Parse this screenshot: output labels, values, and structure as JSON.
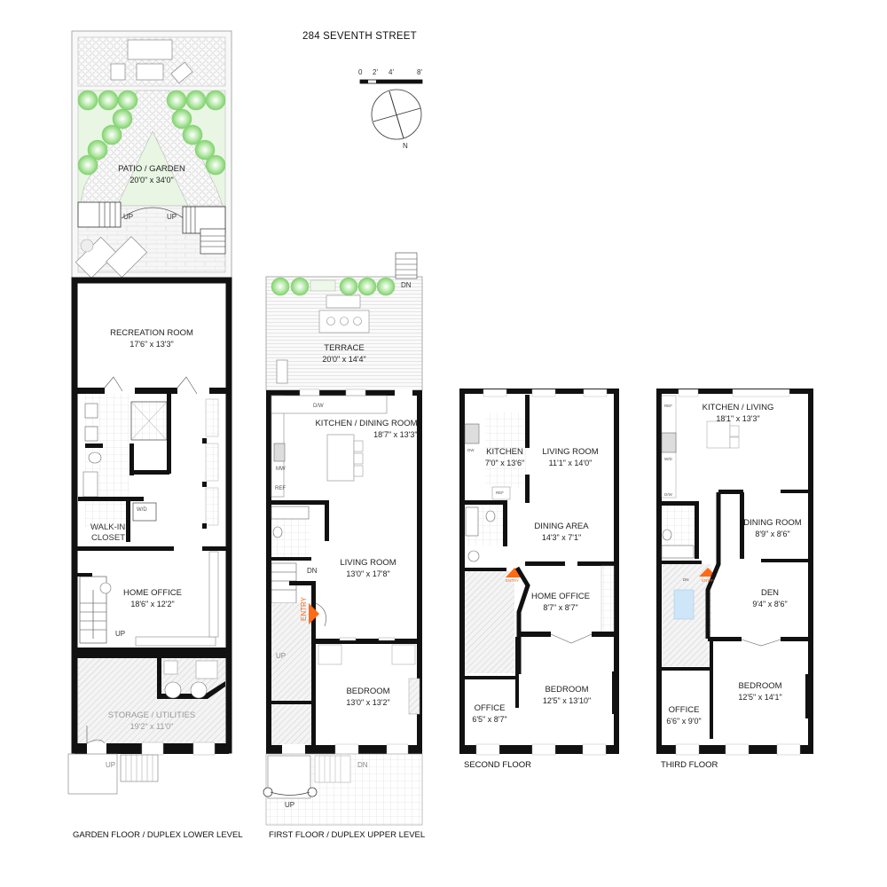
{
  "title": "284 SEVENTH STREET",
  "scale": {
    "ticks": [
      "0",
      "2'",
      "4'",
      "8'"
    ]
  },
  "compass": {
    "label": "N"
  },
  "colors": {
    "wall": "#111111",
    "garden": "#e6f5e1",
    "tree": "#8fdc7e",
    "paving": "#f2f2f2",
    "hatch": "#d9d9d9",
    "entry_arrow": "#ff6a13",
    "skylight": "#cfe6f8"
  },
  "floors": [
    {
      "caption": "GARDEN FLOOR / DUPLEX LOWER LEVEL",
      "rooms": [
        {
          "name": "PATIO / GARDEN",
          "dims": "20'0\" x 34'0\""
        },
        {
          "name": "RECREATION ROOM",
          "dims": "17'6\" x 13'3\""
        },
        {
          "name": "WALK-IN CLOSET",
          "dims": ""
        },
        {
          "name": "HOME OFFICE",
          "dims": "18'6\" x 12'2\""
        },
        {
          "name": "STORAGE / UTILITIES",
          "dims": "19'2\" x 11'0\""
        }
      ],
      "fixtures": {
        "wd": "W/D",
        "up1": "UP",
        "up2": "UP",
        "up3": "UP",
        "up4": "UP",
        "walkin1": "WALK-IN",
        "walkin2": "CLOSET"
      }
    },
    {
      "caption": "FIRST FLOOR / DUPLEX UPPER LEVEL",
      "rooms": [
        {
          "name": "TERRACE",
          "dims": "20'0\" x 14'4\""
        },
        {
          "name": "KITCHEN / DINING ROOM",
          "dims": "18'7\" x 13'3\""
        },
        {
          "name": "LIVING ROOM",
          "dims": "13'0\" x 17'8\""
        },
        {
          "name": "BEDROOM",
          "dims": "13'0\" x 13'2\""
        }
      ],
      "fixtures": {
        "dw": "D/W",
        "mw": "MW",
        "ref": "REF",
        "dn1": "DN",
        "dn2": "DN",
        "dn3": "DN",
        "up1": "UP",
        "up2": "UP",
        "entry": "ENTRY"
      }
    },
    {
      "caption": "SECOND FLOOR",
      "rooms": [
        {
          "name": "KITCHEN",
          "dims": "7'0\" x 13'6\""
        },
        {
          "name": "LIVING ROOM",
          "dims": "11'1\" x 14'0\""
        },
        {
          "name": "DINING AREA",
          "dims": "14'3\" x 7'1\""
        },
        {
          "name": "HOME OFFICE",
          "dims": "8'7\" x 8'7\""
        },
        {
          "name": "OFFICE",
          "dims": "6'5\" x 8'7\""
        },
        {
          "name": "BEDROOM",
          "dims": "12'5\" x 13'10\""
        }
      ],
      "fixtures": {
        "entry": "ENTRY",
        "dw": "DW",
        "ref": "REF"
      }
    },
    {
      "caption": "THIRD FLOOR",
      "rooms": [
        {
          "name": "KITCHEN / LIVING",
          "dims": "18'1\" x 13'3\""
        },
        {
          "name": "DINING ROOM",
          "dims": "8'9\" x 8'6\""
        },
        {
          "name": "DEN",
          "dims": "9'4\" x 8'6\""
        },
        {
          "name": "OFFICE",
          "dims": "6'6\" x 9'0\""
        },
        {
          "name": "BEDROOM",
          "dims": "12'5\" x 14'1\""
        }
      ],
      "fixtures": {
        "entry": "ENTRY",
        "ref": "REF",
        "wd": "W/D",
        "dw": "D/W",
        "dn": "DN"
      }
    }
  ]
}
